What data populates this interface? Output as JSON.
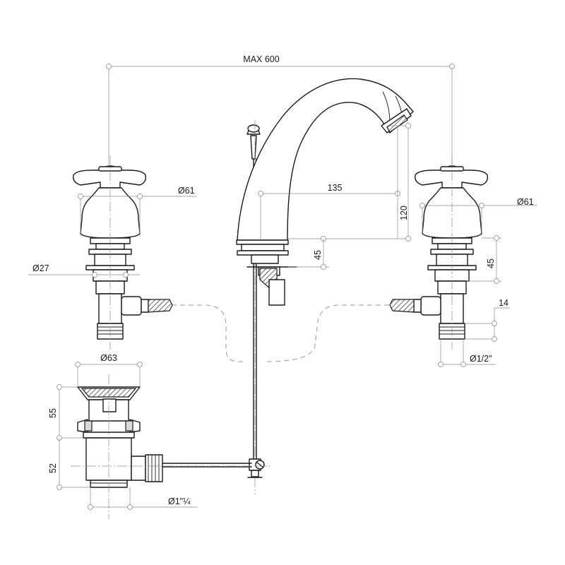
{
  "dimensions": {
    "max_width": "MAX 600",
    "spout_reach": "135",
    "spout_height": "120",
    "left_handle_dia": "Ø61",
    "right_handle_dia": "Ø61",
    "left_nut_dia": "Ø27",
    "spout_deck": "45",
    "right_body": "45",
    "right_tail": "14",
    "right_thread": "Ø1/2\"",
    "waste_top_dia": "Ø63",
    "waste_upper_height": "55",
    "waste_lower_height": "52",
    "waste_thread": "Ø1\"¼"
  }
}
